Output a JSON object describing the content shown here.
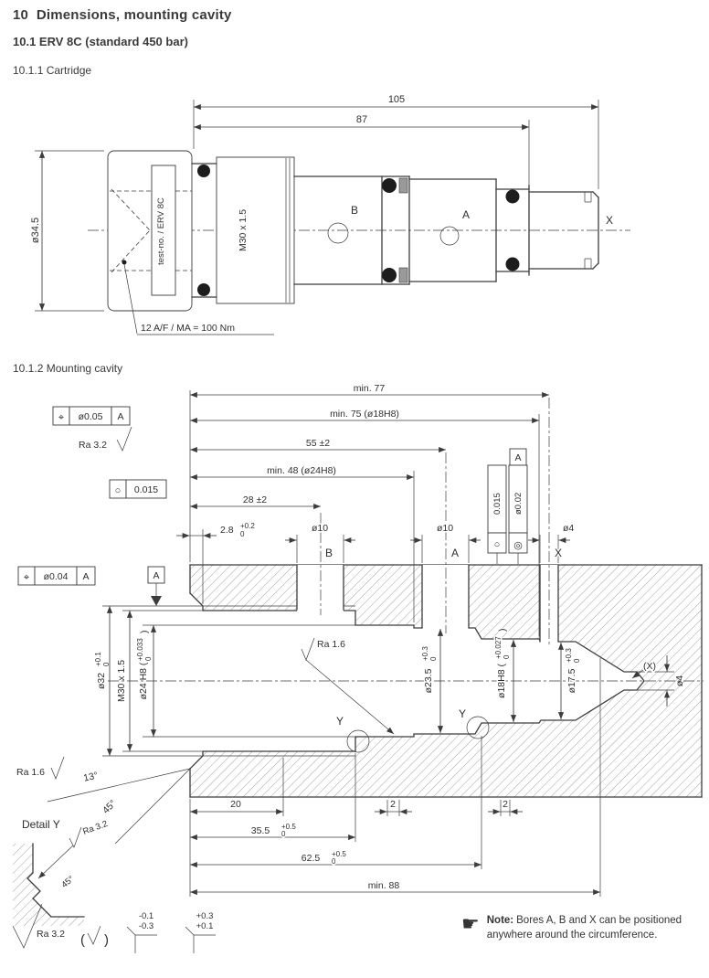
{
  "page": {
    "title": "10  Dimensions, mounting cavity",
    "subtitle": "10.1 ERV 8C (standard 450 bar)",
    "sec_cartridge": "10.1.1 Cartridge",
    "sec_cavity": "10.1.2 Mounting cavity"
  },
  "cartridge": {
    "dim_105": "105",
    "dim_87": "87",
    "dia_hex": "ø34.5",
    "thread_label": "M30 x 1.5",
    "plate_label": "test-no. / ERV 8C",
    "label_b": "B",
    "label_a": "A",
    "label_x": "X",
    "torque_note": "12 A/F / MA = 100 Nm"
  },
  "cavity": {
    "top_dims": {
      "min77": "min. 77",
      "min75": "min. 75 (ø18H8)",
      "d55": "55 ±2",
      "min48": "min. 48 (ø24H8)",
      "d28": "28 ±2"
    },
    "counterbore": {
      "main": "2.8",
      "up": "+0.2",
      "dn": "0"
    },
    "bores": {
      "dia_b": "ø10",
      "dia_a": "ø10",
      "dia_x": "ø4",
      "b": "B",
      "a": "A",
      "x": "X"
    },
    "gdt": {
      "pos1": {
        "sym": "⌖",
        "val": "ø0.05",
        "datum": "A"
      },
      "circ1": {
        "sym": "○",
        "val": "0.015"
      },
      "pos2": {
        "sym": "⌖",
        "val": "ø0.04",
        "datum": "A"
      },
      "datum_a": "A",
      "v_circ": {
        "sym": "○",
        "val": "0.015"
      },
      "v_conc": {
        "sym": "◎",
        "val": "ø0.02"
      },
      "v_datum": "A"
    },
    "surface": {
      "ra32_top": "Ra 3.2",
      "ra16_left": "Ra 1.6",
      "ra16_mid": "Ra 1.6",
      "ra32_detail": "Ra 3.2",
      "ra32_bottom": "Ra 3.2",
      "allround_open": "(",
      "allround_close": ")"
    },
    "left_dims": {
      "dia32": {
        "main": "ø32",
        "up": "+0.1",
        "dn": "0"
      },
      "m30": "M30 x 1.5",
      "dia24": {
        "main": "ø24 H8 (",
        "up": "+0.033",
        "dn": "0",
        "close": ")"
      }
    },
    "inner_dims": {
      "dia235": {
        "main": "ø23.5",
        "up": "+0.3",
        "dn": "0"
      },
      "dia18": {
        "main": "ø18H8 (",
        "up": "+0.027",
        "dn": "0",
        "close": ")"
      },
      "dia175": {
        "main": "ø17.5",
        "up": "+0.3",
        "dn": "0"
      },
      "dia4": "ø4",
      "x_ref": "(X)"
    },
    "bottom_dims": {
      "d20": "20",
      "d2a": "2",
      "d2b": "2",
      "d355": {
        "main": "35.5",
        "up": "+0.5",
        "dn": "0"
      },
      "d625": {
        "main": "62.5",
        "up": "+0.5",
        "dn": "0"
      },
      "min88": "min. 88"
    },
    "angles": {
      "a13": "13°",
      "a45": "45°",
      "a45_detail": "45°"
    },
    "detail": {
      "title": "Detail Y",
      "y1": "Y",
      "y2": "Y"
    },
    "edge_tols": {
      "t1_up": "-0.1",
      "t1_dn": "-0.3",
      "t2_up": "+0.3",
      "t2_dn": "+0.1"
    }
  },
  "note": {
    "icon": "☛",
    "label": "Note:",
    "text": "Bores A, B and X can be positioned anywhere around the circumference."
  }
}
